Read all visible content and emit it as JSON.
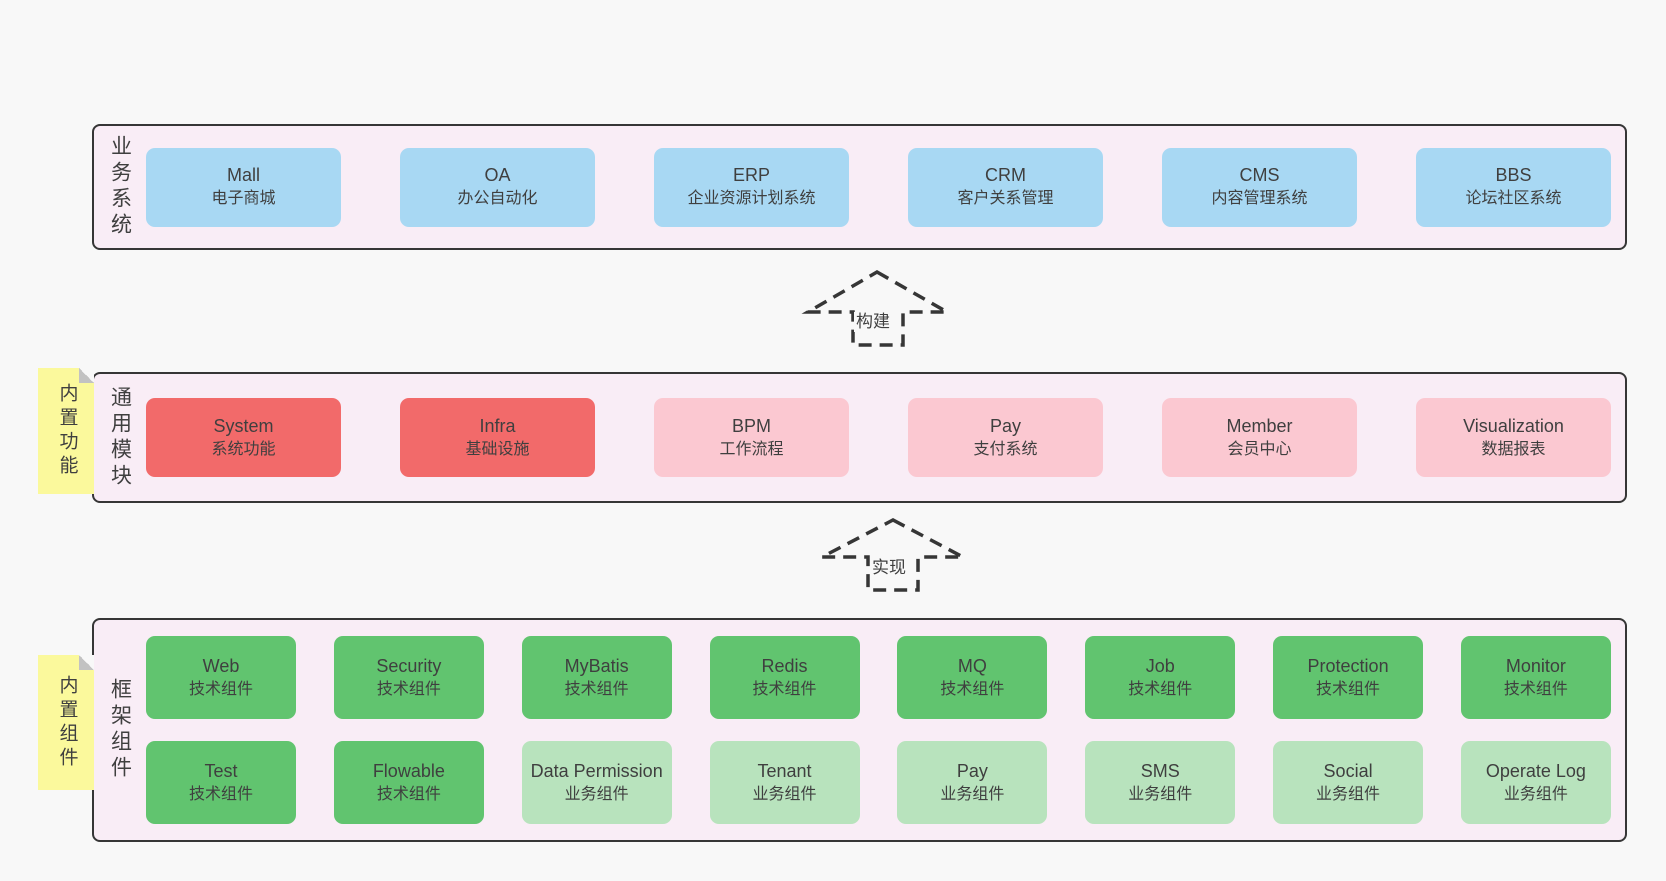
{
  "colors": {
    "page-bg": "#f8f8f8",
    "band-bg": "#f9edf6",
    "band-border": "#363636",
    "text": "#3f3f3f",
    "box-blue": "#a8d8f3",
    "box-red": "#f26a6a",
    "box-pink": "#fbc8d1",
    "box-green": "#61c46f",
    "box-green-light": "#b8e3bd",
    "note-bg": "#fbf99c",
    "note-fold": "#c2c2c2"
  },
  "arrows": [
    {
      "label": "构建"
    },
    {
      "label": "实现"
    }
  ],
  "bands": {
    "business": {
      "label": "业务系统",
      "boxes": [
        {
          "en": "Mall",
          "zh": "电子商城",
          "variant": "blue"
        },
        {
          "en": "OA",
          "zh": "办公自动化",
          "variant": "blue"
        },
        {
          "en": "ERP",
          "zh": "企业资源计划系统",
          "variant": "blue"
        },
        {
          "en": "CRM",
          "zh": "客户关系管理",
          "variant": "blue"
        },
        {
          "en": "CMS",
          "zh": "内容管理系统",
          "variant": "blue"
        },
        {
          "en": "BBS",
          "zh": "论坛社区系统",
          "variant": "blue"
        }
      ]
    },
    "modules": {
      "label": "通用模块",
      "note": "内置功能",
      "boxes": [
        {
          "en": "System",
          "zh": "系统功能",
          "variant": "red"
        },
        {
          "en": "Infra",
          "zh": "基础设施",
          "variant": "red"
        },
        {
          "en": "BPM",
          "zh": "工作流程",
          "variant": "pink"
        },
        {
          "en": "Pay",
          "zh": "支付系统",
          "variant": "pink"
        },
        {
          "en": "Member",
          "zh": "会员中心",
          "variant": "pink"
        },
        {
          "en": "Visualization",
          "zh": "数据报表",
          "variant": "pink"
        }
      ]
    },
    "components": {
      "label": "框架组件",
      "note": "内置组件",
      "rows": [
        [
          {
            "en": "Web",
            "zh": "技术组件",
            "variant": "green"
          },
          {
            "en": "Security",
            "zh": "技术组件",
            "variant": "green"
          },
          {
            "en": "MyBatis",
            "zh": "技术组件",
            "variant": "green"
          },
          {
            "en": "Redis",
            "zh": "技术组件",
            "variant": "green"
          },
          {
            "en": "MQ",
            "zh": "技术组件",
            "variant": "green"
          },
          {
            "en": "Job",
            "zh": "技术组件",
            "variant": "green"
          },
          {
            "en": "Protection",
            "zh": "技术组件",
            "variant": "green"
          },
          {
            "en": "Monitor",
            "zh": "技术组件",
            "variant": "green"
          }
        ],
        [
          {
            "en": "Test",
            "zh": "技术组件",
            "variant": "green"
          },
          {
            "en": "Flowable",
            "zh": "技术组件",
            "variant": "green"
          },
          {
            "en": "Data Permission",
            "zh": "业务组件",
            "variant": "green-light"
          },
          {
            "en": "Tenant",
            "zh": "业务组件",
            "variant": "green-light"
          },
          {
            "en": "Pay",
            "zh": "业务组件",
            "variant": "green-light"
          },
          {
            "en": "SMS",
            "zh": "业务组件",
            "variant": "green-light"
          },
          {
            "en": "Social",
            "zh": "业务组件",
            "variant": "green-light"
          },
          {
            "en": "Operate Log",
            "zh": "业务组件",
            "variant": "green-light"
          }
        ]
      ]
    }
  }
}
